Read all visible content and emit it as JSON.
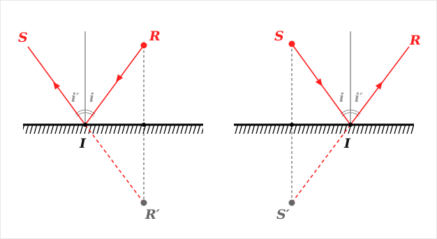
{
  "colors": {
    "background": "#ffffff",
    "frame": "#e6e6e6",
    "ray": "#ff1f1f",
    "mirror": "#000000",
    "construction": "#333333",
    "angle_label": "#9a9a9a",
    "image_point": "#666666"
  },
  "left_panel": {
    "source_label": "S",
    "receiver_label": "R",
    "incidence_point_label": "I",
    "image_label": "R′",
    "angle_left_label": "i′",
    "angle_right_label": "i"
  },
  "right_panel": {
    "source_label": "S",
    "receiver_label": "R",
    "incidence_point_label": "I",
    "image_label": "S′",
    "angle_left_label": "i",
    "angle_right_label": "i′"
  }
}
